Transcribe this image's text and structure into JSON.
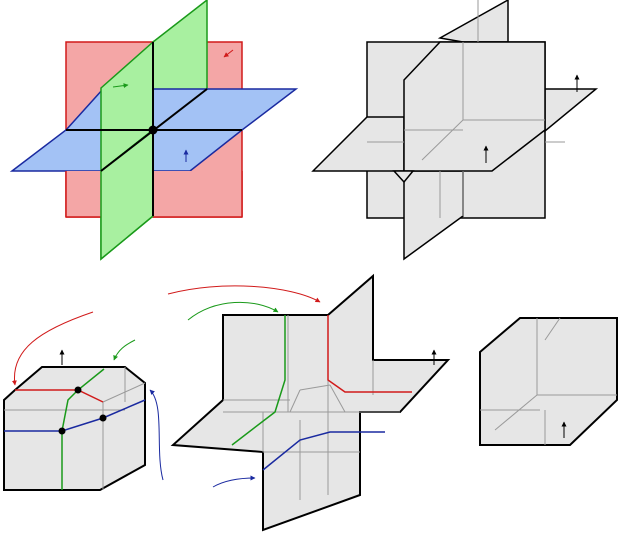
{
  "figure": {
    "background": "#ffffff",
    "colors": {
      "red_fill": "#f4a6a6",
      "red_stroke": "#d11a1a",
      "green_fill": "#a8f0a0",
      "green_stroke": "#1a9a1a",
      "blue_fill": "#a3c2f5",
      "blue_stroke": "#1a2aa0",
      "gray_fill": "#e6e6e6",
      "gray_inner_line": "#9a9a9a",
      "outline": "#000000"
    },
    "panels": [
      {
        "id": "three-plane-intersection",
        "description_icon": "three-intersecting-planes"
      },
      {
        "id": "thickened-plane-junction",
        "description_icon": "gray-3d-junction"
      },
      {
        "id": "block-with-curves",
        "description_icon": "block-with-colored-curves"
      },
      {
        "id": "unfolded-star-surface",
        "description_icon": "unfolded-star"
      },
      {
        "id": "single-corner-piece",
        "description_icon": "corner-piece"
      }
    ]
  }
}
